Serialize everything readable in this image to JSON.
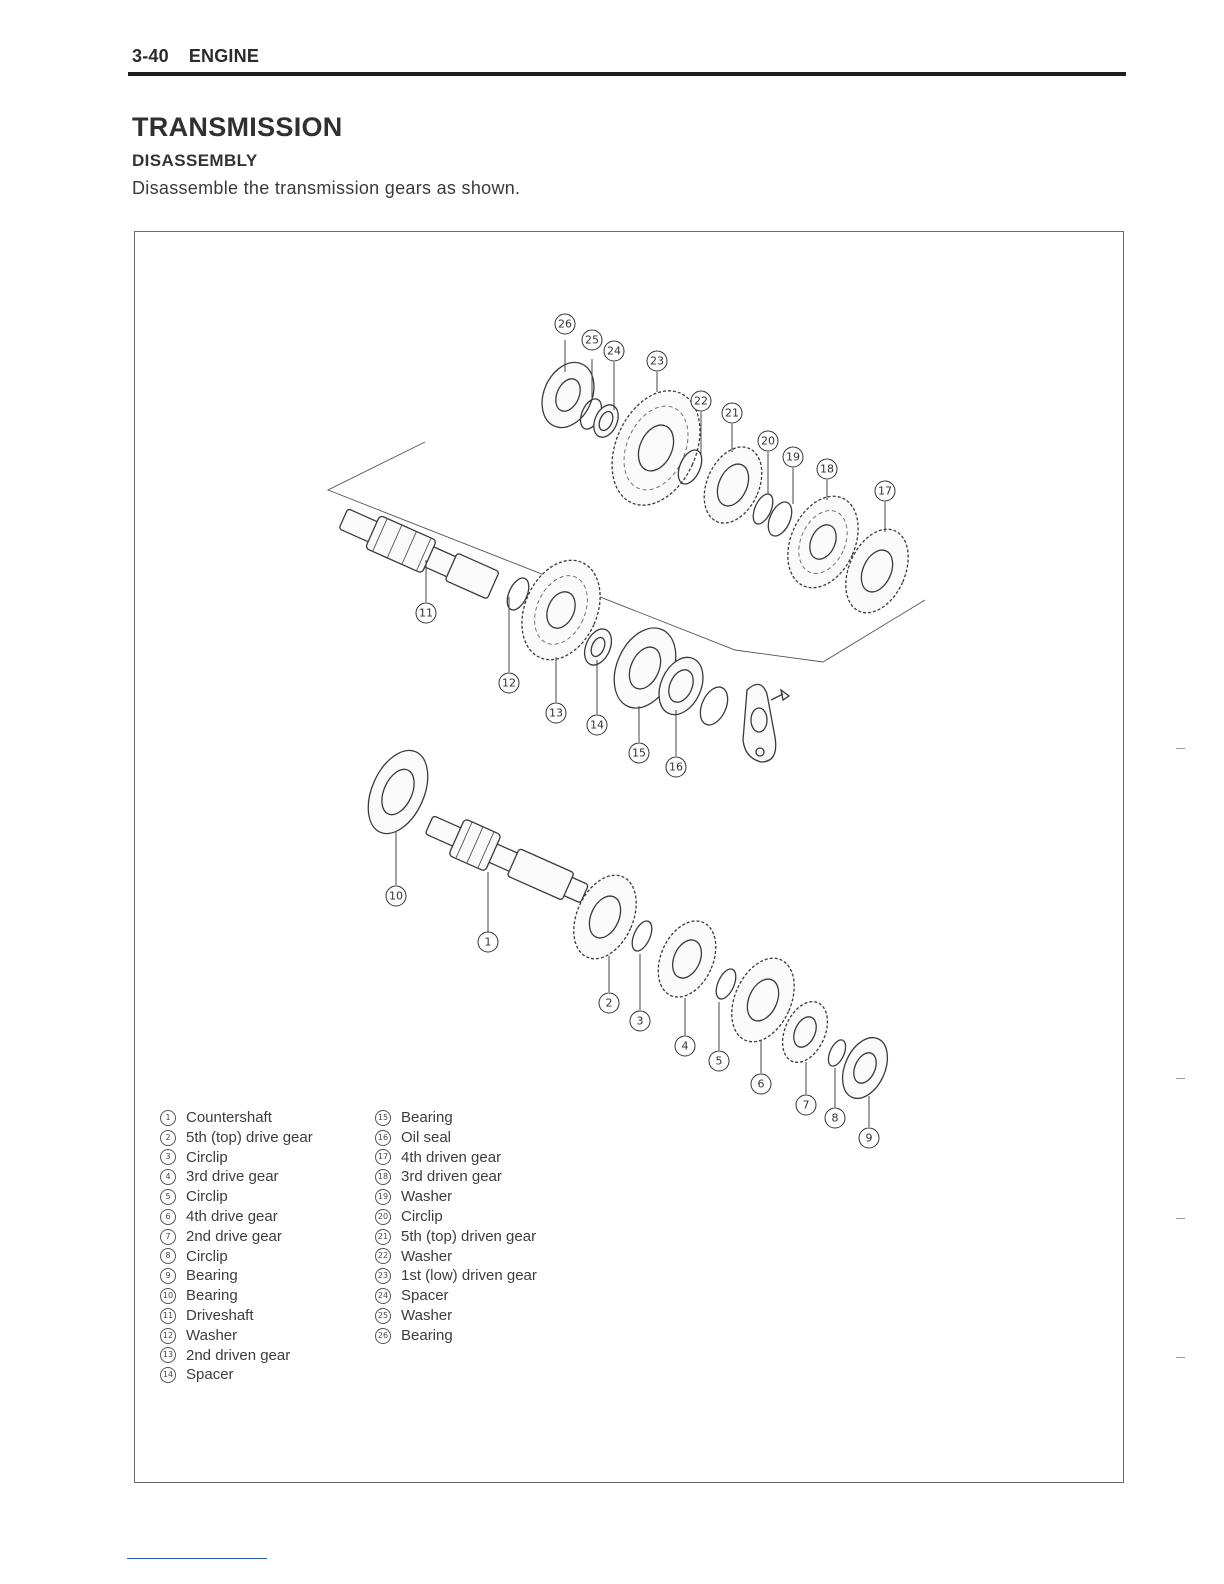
{
  "header": {
    "page_number": "3-40",
    "section": "ENGINE"
  },
  "title": "TRANSMISSION",
  "subtitle": "DISASSEMBLY",
  "instruction": "Disassemble the transmission gears as shown.",
  "diagram": {
    "callouts": [
      "1",
      "2",
      "3",
      "4",
      "5",
      "6",
      "7",
      "8",
      "9",
      "10",
      "11",
      "12",
      "13",
      "14",
      "15",
      "16",
      "17",
      "18",
      "19",
      "20",
      "21",
      "22",
      "23",
      "24",
      "25",
      "26"
    ]
  },
  "legend": {
    "left": [
      {
        "num": "1",
        "label": "Countershaft"
      },
      {
        "num": "2",
        "label": "5th (top) drive gear"
      },
      {
        "num": "3",
        "label": "Circlip"
      },
      {
        "num": "4",
        "label": "3rd drive gear"
      },
      {
        "num": "5",
        "label": "Circlip"
      },
      {
        "num": "6",
        "label": "4th drive gear"
      },
      {
        "num": "7",
        "label": "2nd drive gear"
      },
      {
        "num": "8",
        "label": "Circlip"
      },
      {
        "num": "9",
        "label": "Bearing"
      },
      {
        "num": "10",
        "label": "Bearing"
      },
      {
        "num": "11",
        "label": "Driveshaft"
      },
      {
        "num": "12",
        "label": "Washer"
      },
      {
        "num": "13",
        "label": "2nd driven gear"
      },
      {
        "num": "14",
        "label": "Spacer"
      }
    ],
    "right": [
      {
        "num": "15",
        "label": "Bearing"
      },
      {
        "num": "16",
        "label": "Oil seal"
      },
      {
        "num": "17",
        "label": "4th driven gear"
      },
      {
        "num": "18",
        "label": "3rd driven gear"
      },
      {
        "num": "19",
        "label": "Washer"
      },
      {
        "num": "20",
        "label": "Circlip"
      },
      {
        "num": "21",
        "label": "5th (top) driven gear"
      },
      {
        "num": "22",
        "label": "Washer"
      },
      {
        "num": "23",
        "label": "1st (low) driven gear"
      },
      {
        "num": "24",
        "label": "Spacer"
      },
      {
        "num": "25",
        "label": "Washer"
      },
      {
        "num": "26",
        "label": "Bearing"
      }
    ]
  }
}
